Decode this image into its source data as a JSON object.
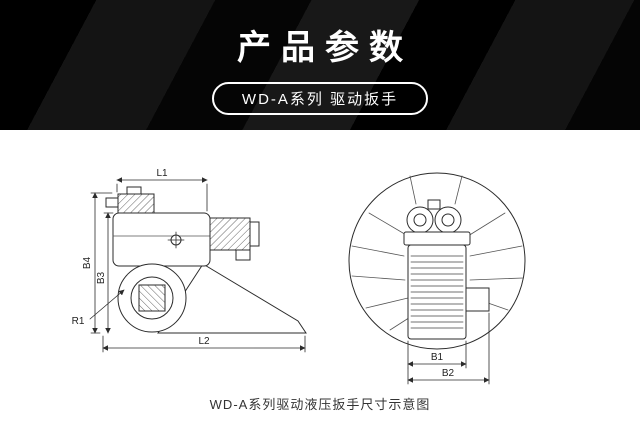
{
  "header": {
    "title": "产品参数",
    "badge": "WD-A系列 驱动扳手"
  },
  "drawing": {
    "caption": "WD-A系列驱动液压扳手尺寸示意图",
    "dims": {
      "l1": "L1",
      "l2": "L2",
      "b3": "B3",
      "b4": "B4",
      "r1": "R1",
      "b1": "B1",
      "b2": "B2"
    }
  },
  "colors": {
    "header_bg": "#000000",
    "text_on_dark": "#ffffff",
    "line_color": "#2b2b2b"
  }
}
